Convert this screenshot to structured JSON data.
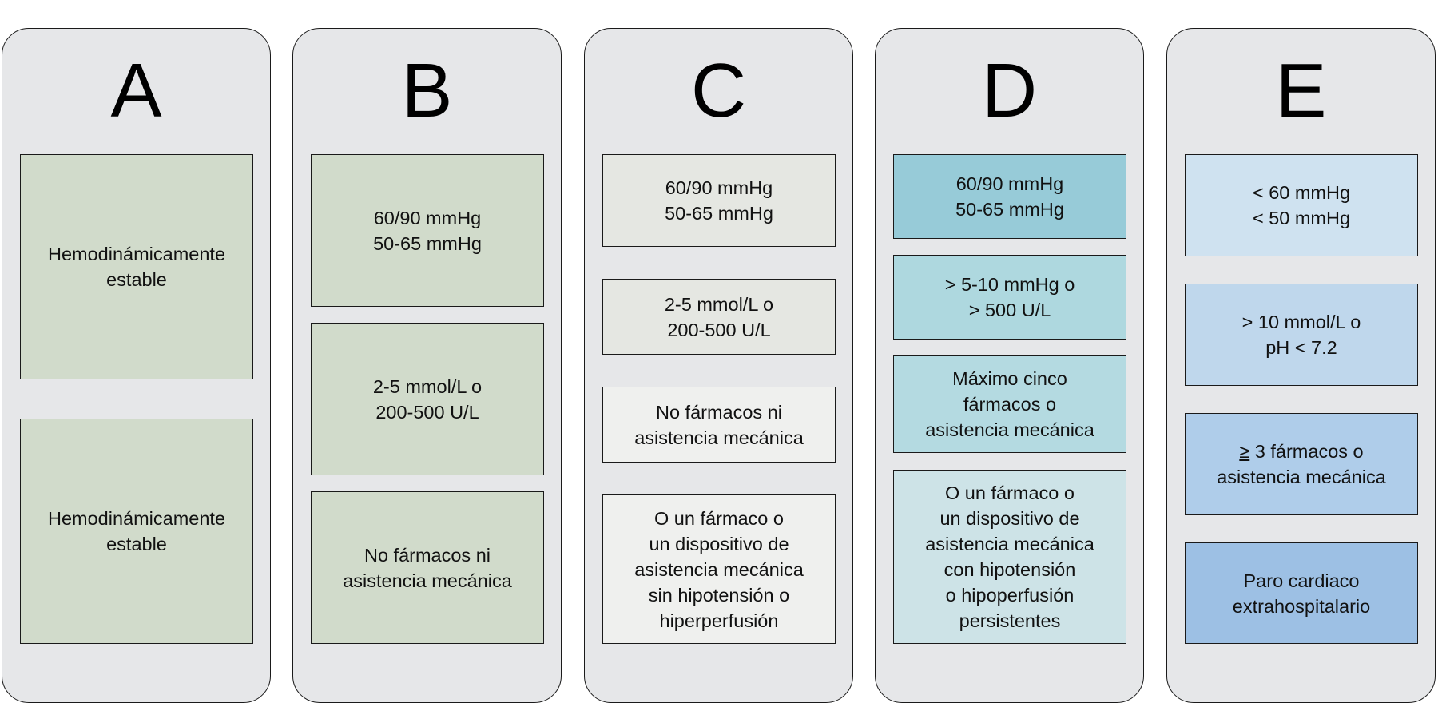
{
  "columns": [
    {
      "letter": "A",
      "boxes": [
        "Hemodinámicamente\nestable",
        "Hemodinámicamente\nestable"
      ]
    },
    {
      "letter": "B",
      "boxes": [
        "60/90 mmHg\n50-65 mmHg",
        "2-5 mmol/L o\n200-500 U/L",
        "No fármacos ni\nasistencia mecánica"
      ]
    },
    {
      "letter": "C",
      "boxes": [
        "60/90 mmHg\n50-65 mmHg",
        "2-5 mmol/L o\n200-500 U/L",
        "No fármacos ni\nasistencia mecánica",
        "O un fármaco o\nun dispositivo de\nasistencia mecánica\nsin hipotensión o\nhiperperfusión"
      ]
    },
    {
      "letter": "D",
      "boxes": [
        "60/90 mmHg\n50-65 mmHg",
        "> 5-10 mmHg o\n> 500 U/L",
        "Máximo cinco\nfármacos o\nasistencia mecánica",
        "O un fármaco o\nun dispositivo de\nasistencia mecánica\ncon hipotensión\no hipoperfusión\npersistentes"
      ]
    },
    {
      "letter": "E",
      "boxes": [
        "< 60 mmHg\n< 50 mmHg",
        "> 10 mmol/L o\npH < 7.2",
        {
          "symbol": "≥",
          "rest": " 3 fármacos o\nasistencia mecánica"
        },
        "Paro cardiaco\nextrahospitalario"
      ]
    }
  ],
  "colors": {
    "column_bg": "#e6e7e9",
    "border": "#1a1a1a",
    "A": [
      "#d1dbcb",
      "#d1dbcb"
    ],
    "B": [
      "#d1dbcb",
      "#d1dbcb",
      "#d1dbcb"
    ],
    "C": [
      "#e5e7e2",
      "#e5e7e2",
      "#eff0ee",
      "#eff0ee"
    ],
    "D": [
      "#97cbd8",
      "#aed8df",
      "#b4dae1",
      "#cde3e7"
    ],
    "E": [
      "#cfe2f0",
      "#bfd7ec",
      "#afcdea",
      "#9dc0e4"
    ]
  }
}
